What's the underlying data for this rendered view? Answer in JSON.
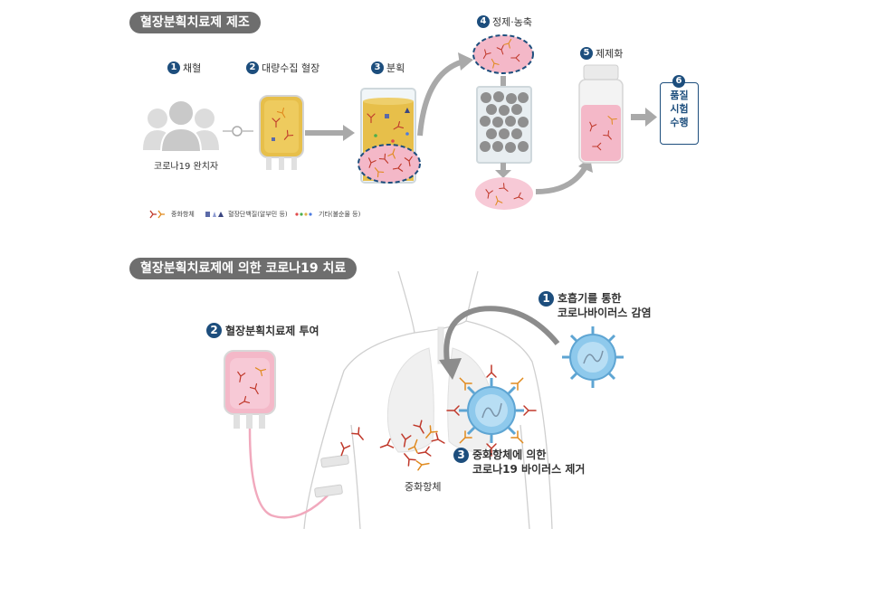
{
  "section1": {
    "title": "혈장분획치료제 제조",
    "steps": [
      {
        "num": "1",
        "label": "채혈"
      },
      {
        "num": "2",
        "label": "대량수집 혈장"
      },
      {
        "num": "3",
        "label": "분획"
      },
      {
        "num": "4",
        "label": "정제·농축"
      },
      {
        "num": "5",
        "label": "제제화"
      },
      {
        "num": "6",
        "label": "품질 시험 수행"
      }
    ],
    "qc_lines": [
      "품질",
      "시험",
      "수행"
    ],
    "donor_label": "코로나19 완치자",
    "legend": {
      "antibody": "중화항체",
      "protein": "혈장단백질(알부민 등)",
      "other": "기타(불순물 등)"
    }
  },
  "section2": {
    "title": "혈장분획치료제에 의한 코로나19 치료",
    "step1_num": "1",
    "step1_lines": [
      "호흡기를 통한",
      "코로나바이러스 감염"
    ],
    "step2_num": "2",
    "step2_label": "혈장분획치료제 투여",
    "step3_num": "3",
    "step3_lines": [
      "중화항체에 의한",
      "코로나19 바이러스 제거"
    ],
    "antibody_label": "중화항체"
  },
  "colors": {
    "navy": "#1d4e7d",
    "pill_gray": "#6e6e6e",
    "plasma_yellow": "#e7bf4a",
    "pink": "#f4b8c8",
    "antibody_red": "#c0392b",
    "antibody_orange": "#e08a1e",
    "virus_blue": "#8ec9ec",
    "arrow_gray": "#a9a9a9"
  }
}
